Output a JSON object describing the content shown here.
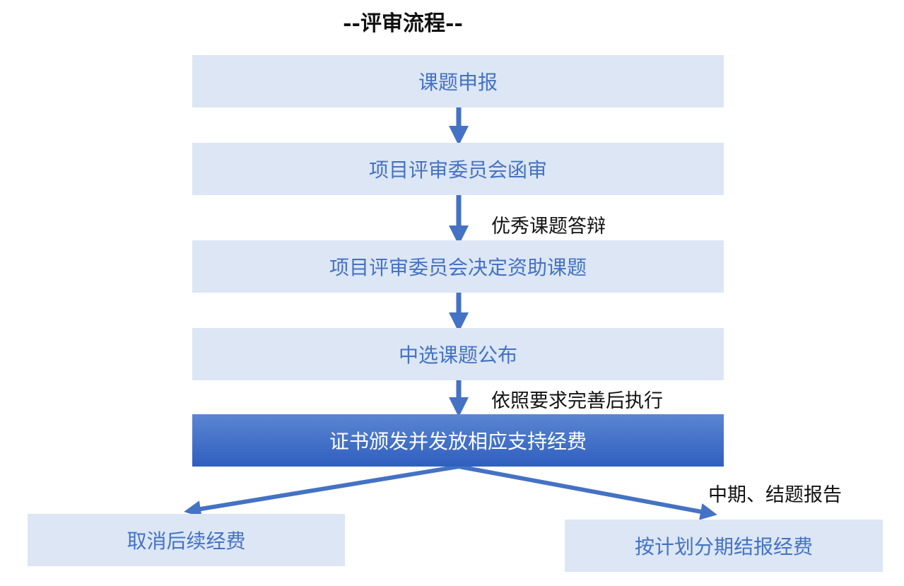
{
  "title": "--评审流程--",
  "steps": [
    "课题申报",
    "项目评审委员会函审",
    "项目评审委员会决定资助课题",
    "中选课题公布",
    "证书颁发并发放相应支持经费"
  ],
  "outcomes": {
    "left": "取消后续经费",
    "right": "按计划分期结报经费"
  },
  "notes": {
    "defense": "优秀课题答辩",
    "execute": "依照要求完善后执行",
    "report": "中期、结题报告"
  },
  "colors": {
    "box_fill": "#dce6f5",
    "box_text": "#4472c4",
    "highlight_fill": "#3a69c6",
    "arrow": "#4472c4"
  }
}
